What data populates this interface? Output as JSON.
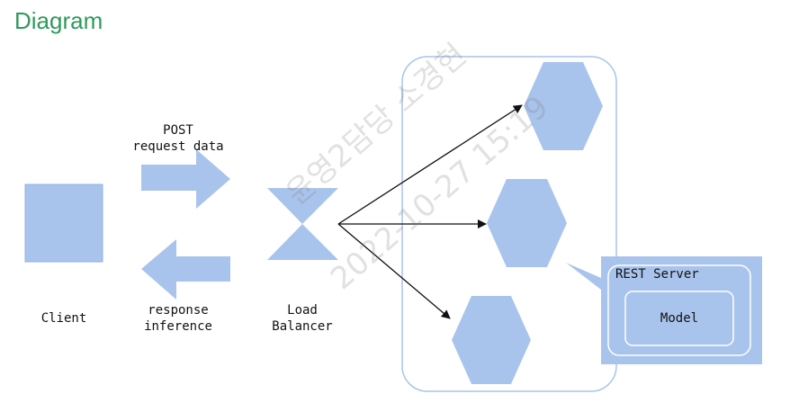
{
  "title": "Diagram",
  "colors": {
    "shape_fill": "#a9c4ec",
    "title": "#2e9a5c",
    "container_border": "#a9c4ec",
    "arrow": "#111111"
  },
  "labels": {
    "request": "POST\nrequest data",
    "client": "Client",
    "response": "response\ninference",
    "load_balancer": "Load\nBalancer",
    "rest_server": "REST Server",
    "model": "Model"
  },
  "watermark": {
    "line1": "윤영2담당 소경현",
    "line2": "2022-10-27 15:19"
  }
}
